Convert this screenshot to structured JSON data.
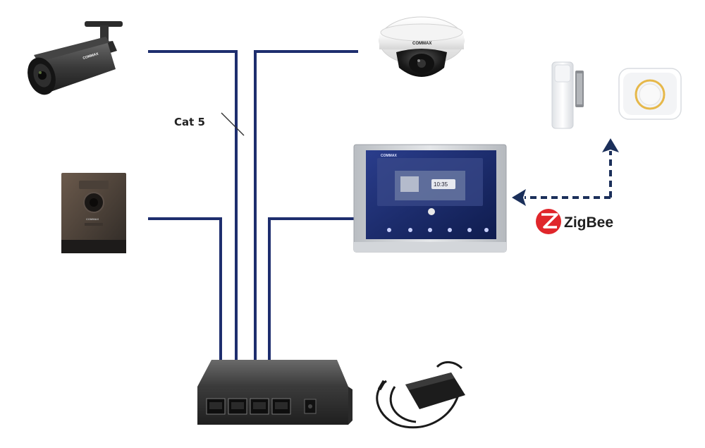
{
  "labels": {
    "cable_type": "Cat 5",
    "wireless_protocol": "ZigBee"
  },
  "brand_marks": {
    "dome_camera": "COMMAX",
    "bullet_camera": "COMMAX",
    "door_station": "COMMAX",
    "monitor_header": "COMMAX"
  },
  "monitor_screen": {
    "clock": "10:35"
  },
  "colors": {
    "cable": "#1e2e6e",
    "zigbee_arrow": "#1b2f5a",
    "zigbee_logo": "#e0262b",
    "monitor_bezel": "#c9ccd1",
    "screen": "#1a2a6a"
  },
  "icons": {
    "bullet_camera": "bullet-cctv-camera",
    "dome_camera": "dome-cctv-camera",
    "door_station": "video-door-station",
    "monitor": "indoor-video-monitor",
    "pir_sensor": "motion-sensor",
    "gateway": "zigbee-hub",
    "switch": "poe-network-switch",
    "adapter": "power-adapter"
  }
}
